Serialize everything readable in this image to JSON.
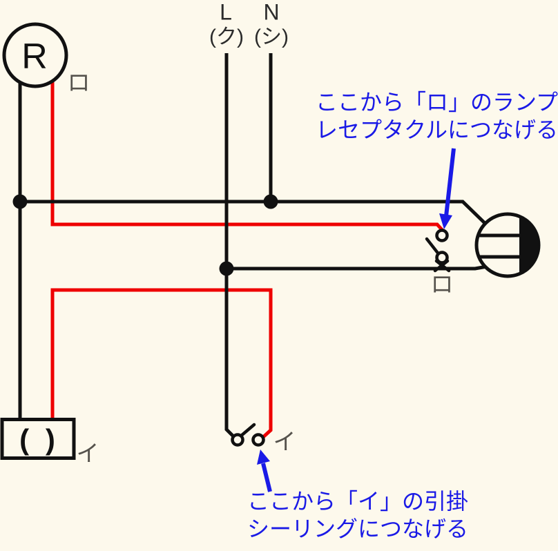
{
  "colors": {
    "background": "#FDF9EC",
    "wire_black": "#111111",
    "wire_red": "#EE0000",
    "annotation_blue": "#1A1AE6",
    "label_gray": "#55524C",
    "text_dark": "#2B2B2B"
  },
  "source": {
    "l_label": "L",
    "l_sub": "(ク)",
    "n_label": "N",
    "n_sub": "(シ)"
  },
  "components": {
    "lamp_receptacle": {
      "symbol": "R",
      "circuit_label": "ロ"
    },
    "ceiling_rose": {
      "symbol": "( )",
      "circuit_label": "イ"
    },
    "switch_ro": {
      "circuit_label": "ロ"
    },
    "switch_i": {
      "circuit_label": "イ"
    }
  },
  "annotations": {
    "top": {
      "line1": "ここから「ロ」のランプ",
      "line2": "レセプタクルにつなげる"
    },
    "bottom": {
      "line1": "ここから「イ」の引掛",
      "line2": "シーリングにつなげる"
    }
  }
}
